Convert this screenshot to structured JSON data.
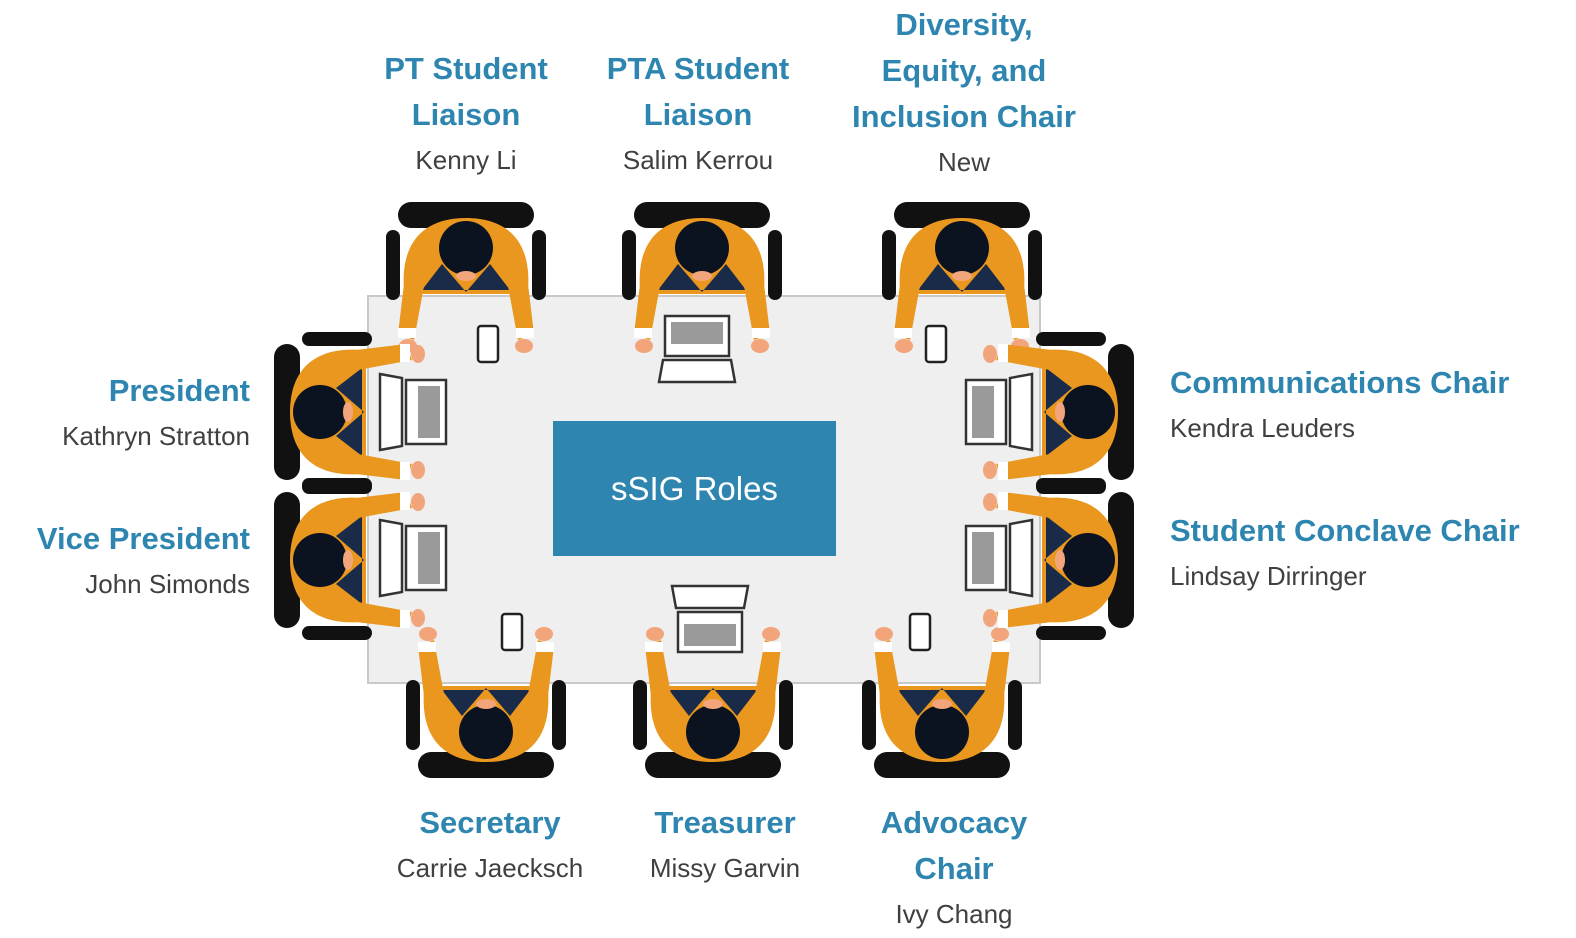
{
  "center_label": "sSIG Roles",
  "colors": {
    "accent": "#2e86b0",
    "name_text": "#404040",
    "table": "#efefef",
    "shirt": "#e9971e",
    "hair": "#0b1320"
  },
  "icons": [
    "person-at-table-icon",
    "laptop-icon",
    "phone-icon",
    "chair-icon"
  ],
  "roles": {
    "pt_liaison": {
      "title_lines": [
        "PT Student",
        "Liaison"
      ],
      "name": "Kenny Li"
    },
    "pta_liaison": {
      "title_lines": [
        "PTA Student",
        "Liaison"
      ],
      "name": "Salim Kerrou"
    },
    "dei_chair": {
      "title_lines": [
        "Diversity,",
        "Equity, and",
        "Inclusion Chair"
      ],
      "name": "New"
    },
    "president": {
      "title_lines": [
        "President"
      ],
      "name": "Kathryn Stratton"
    },
    "vice_president": {
      "title_lines": [
        "Vice President"
      ],
      "name": "John Simonds"
    },
    "communications_chair": {
      "title_lines": [
        "Communications Chair"
      ],
      "name": "Kendra Leuders"
    },
    "conclave_chair": {
      "title_lines": [
        "Student Conclave Chair"
      ],
      "name": "Lindsay Dirringer"
    },
    "secretary": {
      "title_lines": [
        "Secretary"
      ],
      "name": "Carrie Jaecksch"
    },
    "treasurer": {
      "title_lines": [
        "Treasurer"
      ],
      "name": "Missy Garvin"
    },
    "advocacy_chair": {
      "title_lines": [
        "Advocacy",
        "Chair"
      ],
      "name": "Ivy Chang"
    }
  }
}
